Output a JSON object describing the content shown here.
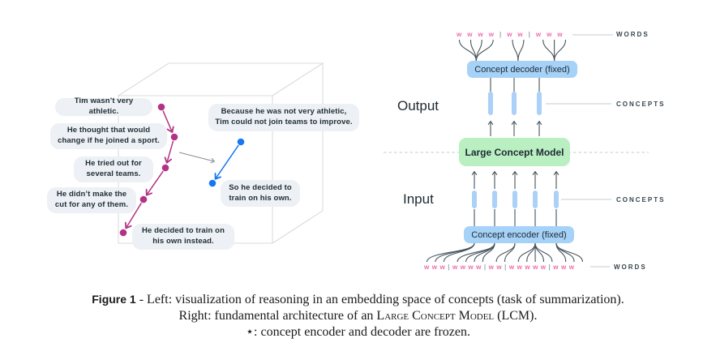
{
  "caption": {
    "label": "Figure 1",
    "separator": " - ",
    "line1": "Left: visualization of reasoning in an embedding space of concepts (task of summarization).",
    "line2_pre": "Right: fundamental architecture of an ",
    "line2_smallcaps": "Large Concept Model",
    "line2_post": " (LCM).",
    "line3": "⋆: concept encoder and decoder are frozen."
  },
  "left_panel": {
    "reasoning_path": [
      "Tim wasn’t very athletic.",
      "He thought that would change if he joined a sport.",
      "He tried out for several teams.",
      "He didn’t make the cut for any of them.",
      "He decided to train on his own instead."
    ],
    "summary_path": [
      "Because he was not very athletic, Tim could not join teams to improve.",
      "So he decided to train on his own."
    ]
  },
  "right_panel": {
    "output_label": "Output",
    "input_label": "Input",
    "decoder_box": "Concept decoder (fixed)",
    "lcm_box": "Large Concept Model",
    "encoder_box": "Concept encoder (fixed)",
    "words_label_top": "WORDS",
    "concepts_label_top": "CONCEPTS",
    "concepts_label_bottom": "CONCEPTS",
    "words_label_bottom": "WORDS",
    "word_token": "w",
    "word_separator": "|",
    "top_word_groups": [
      4,
      2,
      3
    ],
    "bottom_word_groups": [
      3,
      4,
      2,
      5,
      3
    ]
  },
  "colors": {
    "reasoning": "#b23384",
    "summary": "#1877f2",
    "bubble_bg": "#edf0f4",
    "bubble_text": "#1e2e36",
    "cube_line": "#d9dbde",
    "word_pink": "#ee6cae",
    "word_sep": "#9aa4ad",
    "diagram_line": "#47545e",
    "connector_gray": "#c6cbd0",
    "box_blue": "#a6d2f8",
    "bar_blue": "#abd1f8",
    "box_green": "#baefc2",
    "label_dark": "#36454f",
    "gray_arrow": "#8a9299"
  }
}
